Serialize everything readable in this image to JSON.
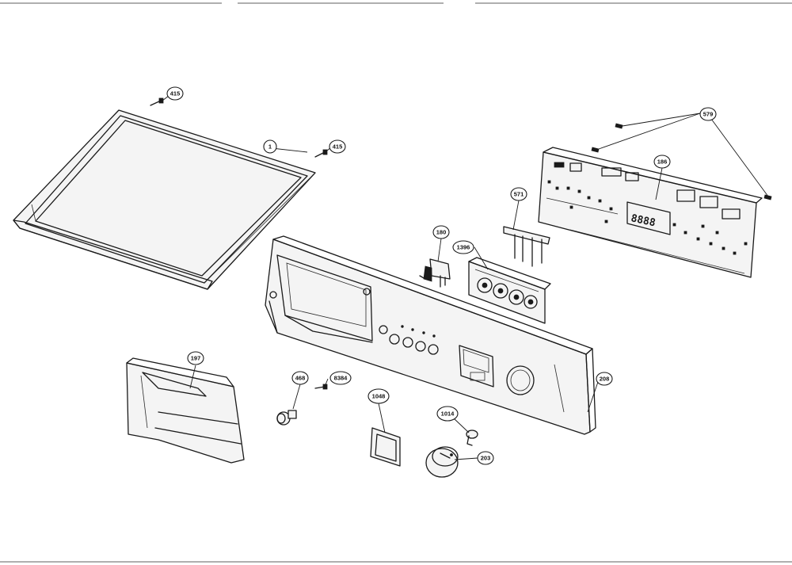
{
  "callouts": {
    "c415a": "415",
    "c1": "1",
    "c415b": "415",
    "c579": "579",
    "c186": "186",
    "c571": "571",
    "c180": "180",
    "c1396": "1396",
    "c197": "197",
    "c468": "468",
    "c8384": "8384",
    "c1048": "1048",
    "c1014": "1014",
    "c203": "203",
    "c208": "208"
  },
  "colors": {
    "line": "#1a1a1a",
    "background": "#ffffff"
  }
}
